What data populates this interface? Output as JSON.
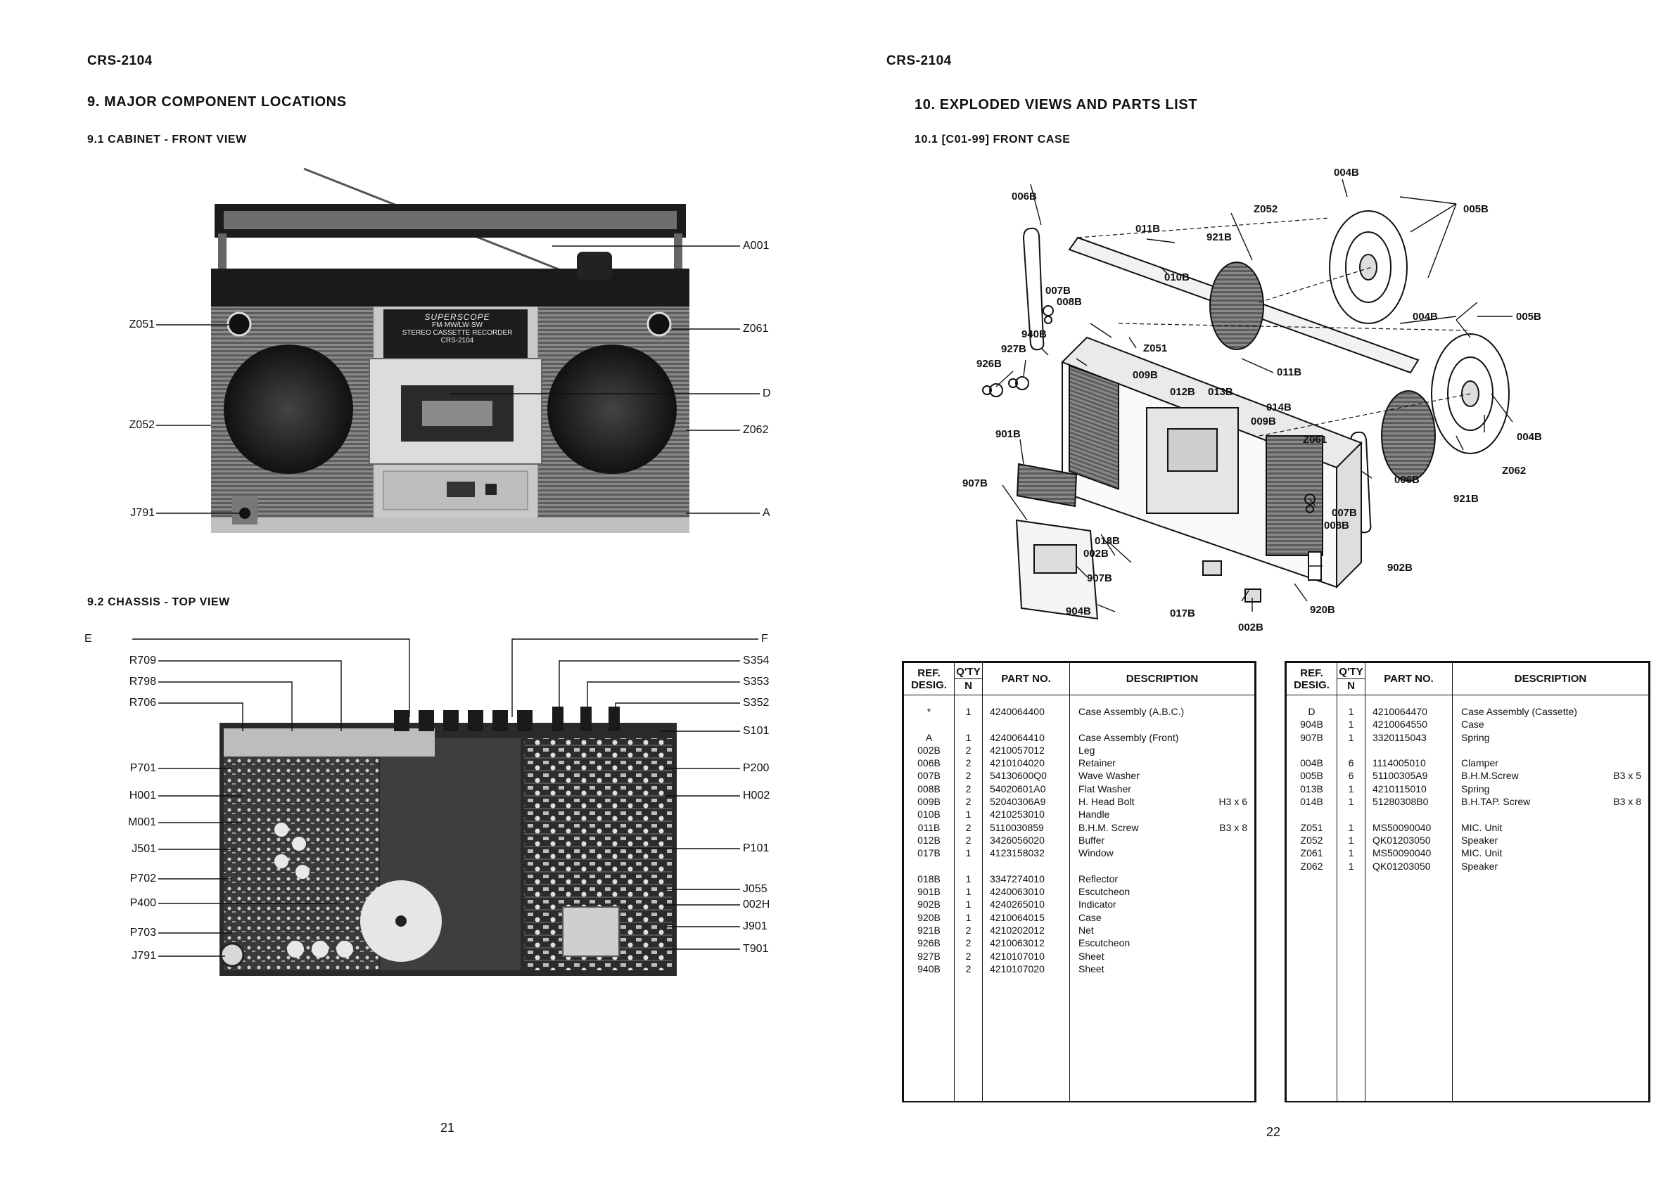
{
  "left_page": {
    "model": "CRS-2104",
    "section_title": "9. MAJOR COMPONENT LOCATIONS",
    "sub1_title": "9.1 CABINET - FRONT VIEW",
    "sub2_title": "9.2 CHASSIS - TOP VIEW",
    "page_number": "21",
    "front_view_callouts": {
      "left": [
        "Z051",
        "Z052",
        "J791"
      ],
      "right": [
        "A001",
        "Z061",
        "D",
        "Z062",
        "A"
      ]
    },
    "front_view_badge": {
      "brand": "SUPERSCOPE",
      "line1": "FM·MW/LW·SW",
      "line2": "STEREO CASSETTE RECORDER",
      "line3": "CRS-2104"
    },
    "chassis_callouts": {
      "left": [
        "E",
        "R709",
        "R798",
        "R706",
        "P701",
        "H001",
        "M001",
        "J501",
        "P702",
        "P400",
        "P703",
        "J791"
      ],
      "right": [
        "F",
        "S354",
        "S353",
        "S352",
        "S101",
        "P200",
        "H002",
        "P101",
        "J055",
        "002H",
        "J901",
        "T901"
      ]
    }
  },
  "right_page": {
    "model": "CRS-2104",
    "section_title": "10. EXPLODED VIEWS AND PARTS LIST",
    "sub_title": "10.1 [C01-99] FRONT CASE",
    "page_number": "22",
    "exploded_labels": [
      "004B",
      "006B",
      "Z052",
      "005B",
      "011B",
      "921B",
      "010B",
      "007B",
      "008B",
      "004B",
      "005B",
      "940B",
      "Z051",
      "927B",
      "926B",
      "009B",
      "011B",
      "012B",
      "013B",
      "014B",
      "009B",
      "901B",
      "Z061",
      "004B",
      "Z062",
      "006B",
      "921B",
      "907B",
      "007B",
      "008B",
      "018B",
      "002B",
      "902B",
      "907B",
      "904B",
      "017B",
      "920B",
      "002B"
    ],
    "table_headers": {
      "ref": "REF.",
      "desig": "DESIG.",
      "qty": "Q'TY",
      "n": "N",
      "part_no": "PART NO.",
      "description": "DESCRIPTION"
    },
    "table1_rows": [
      {
        "ref": "*",
        "qty": "1",
        "part": "4240064400",
        "desc": "Case Assembly (A.B.C.)",
        "spec": ""
      },
      {
        "ref": "",
        "qty": "",
        "part": "",
        "desc": "",
        "spec": ""
      },
      {
        "ref": "A",
        "qty": "1",
        "part": "4240064410",
        "desc": "Case Assembly (Front)",
        "spec": ""
      },
      {
        "ref": "002B",
        "qty": "2",
        "part": "4210057012",
        "desc": "Leg",
        "spec": ""
      },
      {
        "ref": "006B",
        "qty": "2",
        "part": "4210104020",
        "desc": "Retainer",
        "spec": ""
      },
      {
        "ref": "007B",
        "qty": "2",
        "part": "54130600Q0",
        "desc": "Wave Washer",
        "spec": ""
      },
      {
        "ref": "008B",
        "qty": "2",
        "part": "54020601A0",
        "desc": "Flat Washer",
        "spec": ""
      },
      {
        "ref": "009B",
        "qty": "2",
        "part": "52040306A9",
        "desc": "H. Head Bolt",
        "spec": "H3 x 6"
      },
      {
        "ref": "010B",
        "qty": "1",
        "part": "4210253010",
        "desc": "Handle",
        "spec": ""
      },
      {
        "ref": "011B",
        "qty": "2",
        "part": "5110030859",
        "desc": "B.H.M. Screw",
        "spec": "B3 x 8"
      },
      {
        "ref": "012B",
        "qty": "2",
        "part": "3426056020",
        "desc": "Buffer",
        "spec": ""
      },
      {
        "ref": "017B",
        "qty": "1",
        "part": "4123158032",
        "desc": "Window",
        "spec": ""
      },
      {
        "ref": "",
        "qty": "",
        "part": "",
        "desc": "",
        "spec": ""
      },
      {
        "ref": "018B",
        "qty": "1",
        "part": "3347274010",
        "desc": "Reflector",
        "spec": ""
      },
      {
        "ref": "901B",
        "qty": "1",
        "part": "4240063010",
        "desc": "Escutcheon",
        "spec": ""
      },
      {
        "ref": "902B",
        "qty": "1",
        "part": "4240265010",
        "desc": "Indicator",
        "spec": ""
      },
      {
        "ref": "920B",
        "qty": "1",
        "part": "4210064015",
        "desc": "Case",
        "spec": ""
      },
      {
        "ref": "921B",
        "qty": "2",
        "part": "4210202012",
        "desc": "Net",
        "spec": ""
      },
      {
        "ref": "926B",
        "qty": "2",
        "part": "4210063012",
        "desc": "Escutcheon",
        "spec": ""
      },
      {
        "ref": "927B",
        "qty": "2",
        "part": "4210107010",
        "desc": "Sheet",
        "spec": ""
      },
      {
        "ref": "940B",
        "qty": "2",
        "part": "4210107020",
        "desc": "Sheet",
        "spec": ""
      }
    ],
    "table2_rows": [
      {
        "ref": "D",
        "qty": "1",
        "part": "4210064470",
        "desc": "Case Assembly (Cassette)",
        "spec": ""
      },
      {
        "ref": "904B",
        "qty": "1",
        "part": "4210064550",
        "desc": "Case",
        "spec": ""
      },
      {
        "ref": "907B",
        "qty": "1",
        "part": "3320115043",
        "desc": "Spring",
        "spec": ""
      },
      {
        "ref": "",
        "qty": "",
        "part": "",
        "desc": "",
        "spec": ""
      },
      {
        "ref": "004B",
        "qty": "6",
        "part": "1114005010",
        "desc": "Clamper",
        "spec": ""
      },
      {
        "ref": "005B",
        "qty": "6",
        "part": "51100305A9",
        "desc": "B.H.M.Screw",
        "spec": "B3 x 5"
      },
      {
        "ref": "013B",
        "qty": "1",
        "part": "4210115010",
        "desc": "Spring",
        "spec": ""
      },
      {
        "ref": "014B",
        "qty": "1",
        "part": "51280308B0",
        "desc": "B.H.TAP. Screw",
        "spec": "B3 x 8"
      },
      {
        "ref": "",
        "qty": "",
        "part": "",
        "desc": "",
        "spec": ""
      },
      {
        "ref": "Z051",
        "qty": "1",
        "part": "MS50090040",
        "desc": "MIC. Unit",
        "spec": ""
      },
      {
        "ref": "Z052",
        "qty": "1",
        "part": "QK01203050",
        "desc": "Speaker",
        "spec": ""
      },
      {
        "ref": "Z061",
        "qty": "1",
        "part": "MS50090040",
        "desc": "MIC. Unit",
        "spec": ""
      },
      {
        "ref": "Z062",
        "qty": "1",
        "part": "QK01203050",
        "desc": "Speaker",
        "spec": ""
      }
    ]
  }
}
